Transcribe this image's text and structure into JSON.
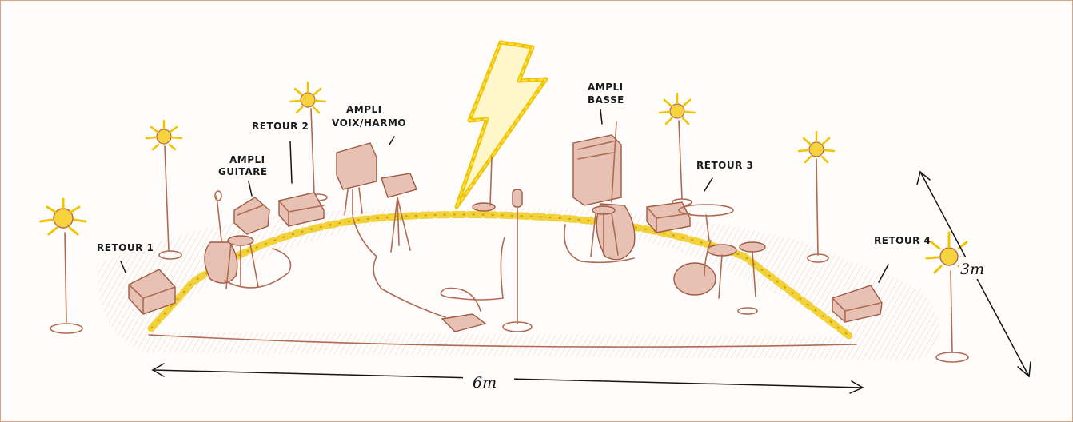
{
  "labels": {
    "retour1": "RETOUR 1",
    "retour2": "RETOUR 2",
    "retour3": "RETOUR 3",
    "retour4": "RETOUR 4",
    "ampli_guitare_1": "AMPLI",
    "ampli_guitare_2": "GUITARE",
    "ampli_voix_1": "AMPLI",
    "ampli_voix_2": "VOIX/HARMO",
    "ampli_basse_1": "AMPLI",
    "ampli_basse_2": "BASSE"
  },
  "dimensions": {
    "width": "6m",
    "depth": "3m"
  },
  "colors": {
    "pencil_red": "#b06a52",
    "tape_yellow": "#f2d23a",
    "ink": "#151515"
  }
}
